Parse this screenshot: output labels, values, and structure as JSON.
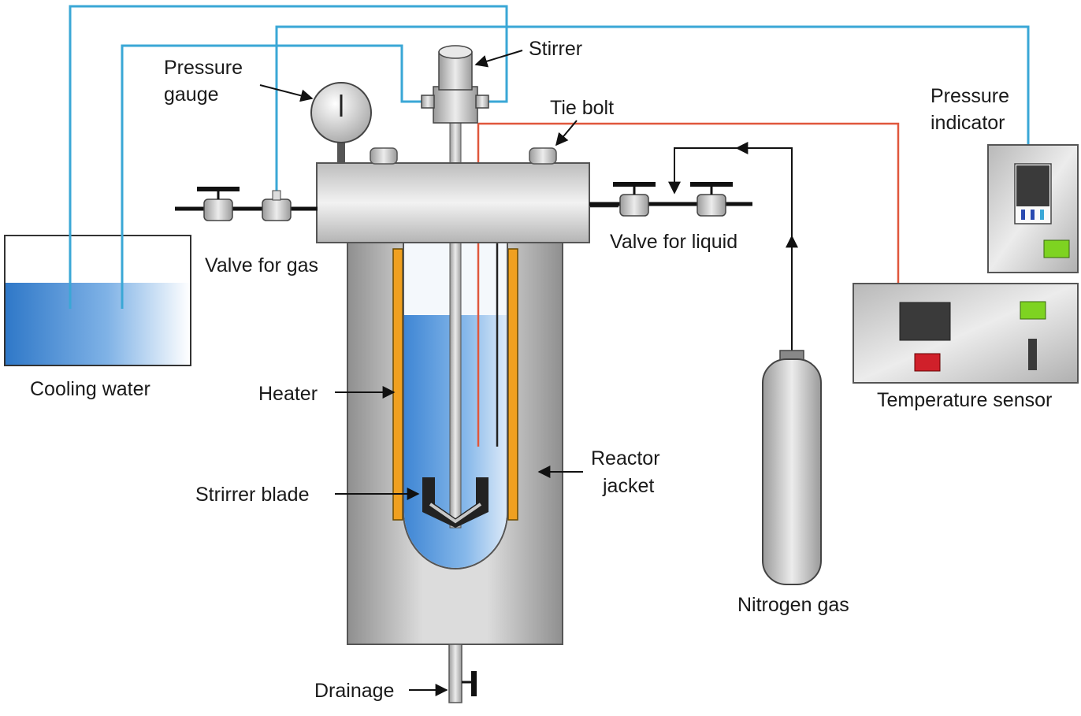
{
  "labels": {
    "stirrer": "Stirrer",
    "pressure_gauge_line1": "Pressure",
    "pressure_gauge_line2": "gauge",
    "tie_bolt": "Tie bolt",
    "pressure_indicator_line1": "Pressure",
    "pressure_indicator_line2": "indicator",
    "valve_for_gas": "Valve for gas",
    "valve_for_liquid": "Valve for liquid",
    "cooling_water": "Cooling water",
    "heater": "Heater",
    "temperature_sensor": "Temperature sensor",
    "reactor_jacket_line1": "Reactor",
    "reactor_jacket_line2": "jacket",
    "strirrer_blade": "Strirrer blade",
    "nitrogen_gas": "Nitrogen gas",
    "drainage": "Drainage"
  },
  "colors": {
    "cooling_line": "#3aa7d6",
    "sensor_line": "#e0573c",
    "heater": "#f0a020",
    "water": "#3b7fd0",
    "metal": "#c4c4c4",
    "panel": "#c8c8c8"
  }
}
